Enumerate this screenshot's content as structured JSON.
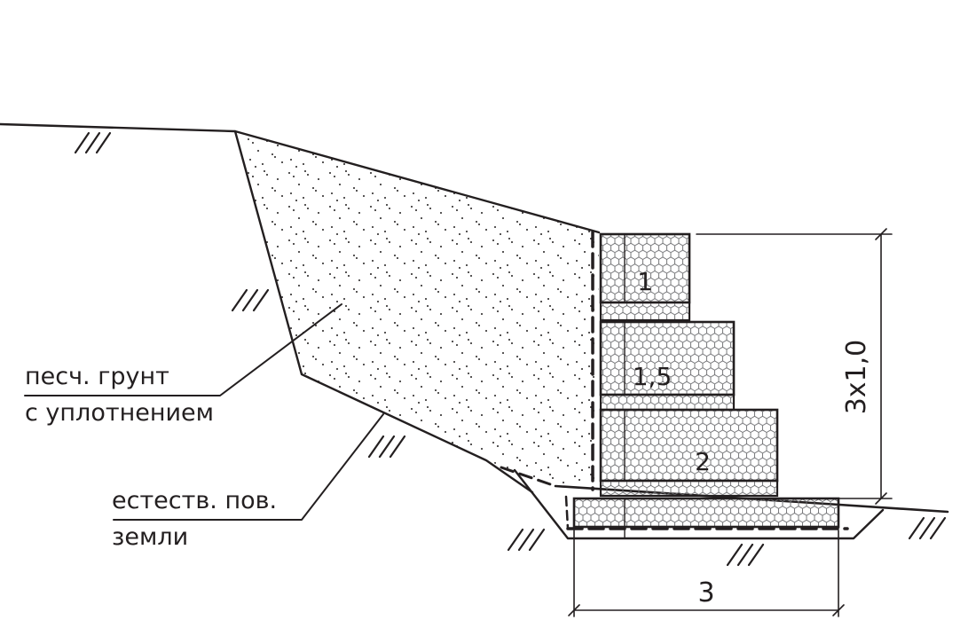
{
  "labels": {
    "fill_soil_line1": "песч. грунт",
    "fill_soil_line2": "с уплотнением",
    "natural_surface_line1": "естеств. пов.",
    "natural_surface_line2": "земли"
  },
  "gabions": {
    "tier1": "1",
    "tier2": "1,5",
    "tier3": "2"
  },
  "dimensions": {
    "height": "3x1,0",
    "base_width": "3"
  },
  "colors": {
    "ink": "#231f20",
    "mesh": "#6d6e71",
    "background": "#ffffff"
  }
}
